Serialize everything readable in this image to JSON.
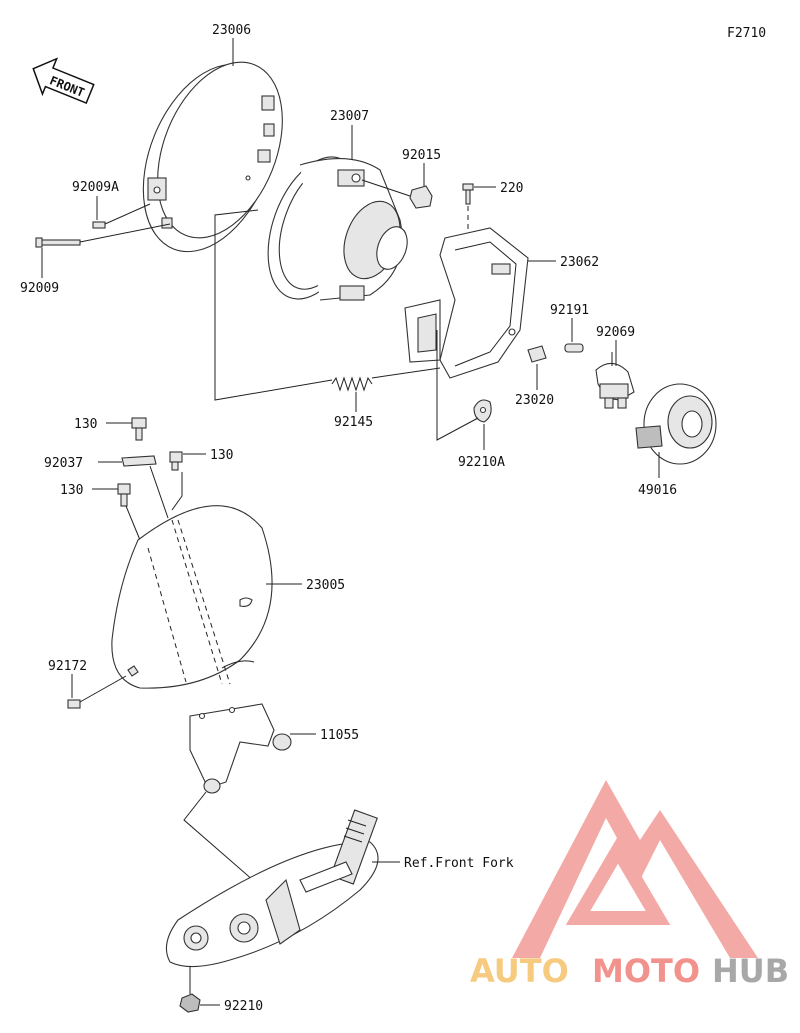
{
  "diagram": {
    "figure_code": "F2710",
    "front_label": "FRONT",
    "labels": {
      "p23006": "23006",
      "p23007": "23007",
      "p92015": "92015",
      "p220": "220",
      "p92009A": "92009A",
      "p92009": "92009",
      "p23062": "23062",
      "p92191": "92191",
      "p92069": "92069",
      "p23020": "23020",
      "p92145": "92145",
      "p92210A": "92210A",
      "p49016": "49016",
      "p130a": "130",
      "p92037": "92037",
      "p130b": "130",
      "p130c": "130",
      "p23005": "23005",
      "p92172": "92172",
      "p11055": "11055",
      "ref_front_fork": "Ref.Front Fork",
      "p92210": "92210"
    }
  },
  "watermark": {
    "brand_auto": "AUTO",
    "brand_moto": "MOTO",
    "brand_hub": "HUB",
    "color_red": "#f07f7a",
    "color_orange": "#f5c26b",
    "color_gray": "#9a9a9a"
  }
}
